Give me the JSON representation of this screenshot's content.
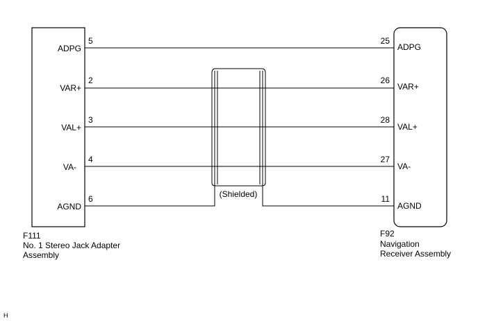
{
  "left_connector": {
    "code": "F111",
    "name_line1": "No. 1 Stereo Jack Adapter",
    "name_line2": "Assembly"
  },
  "right_connector": {
    "code": "F92",
    "name_line1": "Navigation",
    "name_line2": "Receiver Assembly"
  },
  "wires": [
    {
      "left_label": "ADPG",
      "left_pin": "5",
      "right_pin": "25",
      "right_label": "ADPG"
    },
    {
      "left_label": "VAR+",
      "left_pin": "2",
      "right_pin": "26",
      "right_label": "VAR+"
    },
    {
      "left_label": "VAL+",
      "left_pin": "3",
      "right_pin": "28",
      "right_label": "VAL+"
    },
    {
      "left_label": "VA-",
      "left_pin": "4",
      "right_pin": "27",
      "right_label": "VA-"
    },
    {
      "left_label": "AGND",
      "left_pin": "6",
      "right_pin": "11",
      "right_label": "AGND"
    }
  ],
  "shield_label": "(Shielded)",
  "footer_mark": "H"
}
